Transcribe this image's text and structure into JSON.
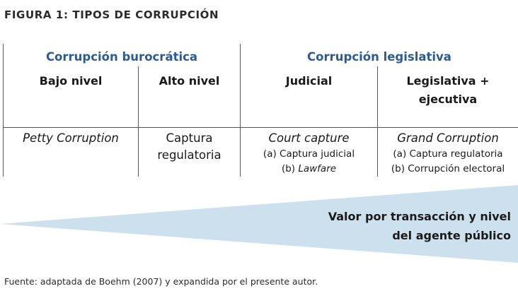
{
  "figure_title": "FIGURA 1: TIPOS DE CORRUPCIÓN",
  "categories": {
    "burocratica": "Corrupción burocrática",
    "legislativa": "Corrupción legislativa"
  },
  "headers": {
    "bajo_nivel": "Bajo nivel",
    "alto_nivel": "Alto nivel",
    "judicial": "Judicial",
    "legislativa_1": "Legislativa +",
    "legislativa_2": "ejecutiva"
  },
  "cells": {
    "petty": "Petty Corruption",
    "captura_1": "Captura",
    "captura_2": "regulatoria",
    "court": "Court capture",
    "court_a": "(a) Captura judicial",
    "court_b_prefix": "(b) ",
    "court_b_italic": "Lawfare",
    "grand": "Grand Corruption",
    "grand_a": "(a) Captura regulatoria",
    "grand_b": "(b) Corrupción electoral"
  },
  "wedge": {
    "label_1": "Valor por transacción y nivel",
    "label_2": "del agente público",
    "color": "#cde0ee"
  },
  "source": "Fuente: adaptada de Boehm (2007) y expandida por el presente autor."
}
